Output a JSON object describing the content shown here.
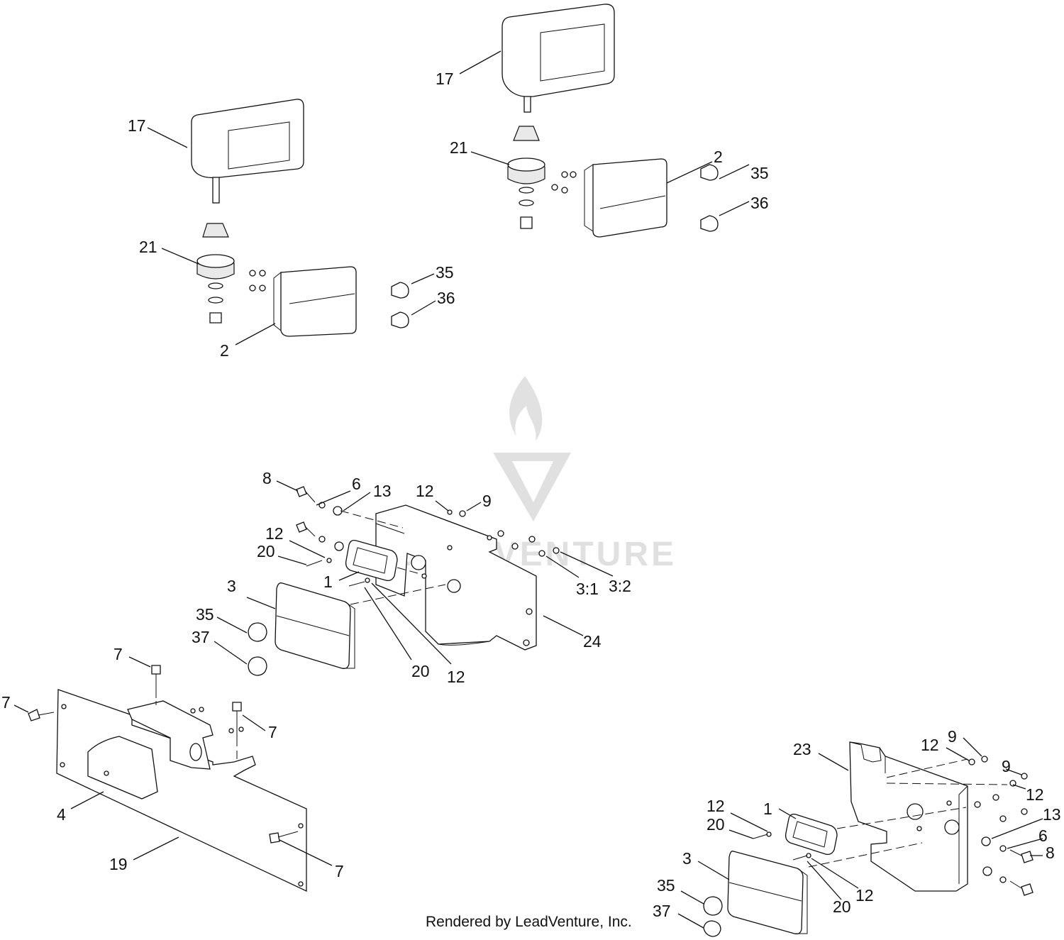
{
  "footer": {
    "text": "Rendered by LeadVenture, Inc."
  },
  "watermark": {
    "text": "LEADVENTURE",
    "color": "#c8c8c8"
  },
  "callouts": {
    "tl_17": "17",
    "tl_21": "21",
    "tl_2": "2",
    "tl_35": "35",
    "tl_36": "36",
    "tr_17": "17",
    "tr_21": "21",
    "tr_2": "2",
    "tr_35": "35",
    "tr_36": "36",
    "c_8": "8",
    "c_6": "6",
    "c_13": "13",
    "c_12a": "12",
    "c_9": "9",
    "c_12b": "12",
    "c_20a": "20",
    "c_1": "1",
    "c_3": "3",
    "c_3_1": "3:1",
    "c_3_2": "3:2",
    "c_35": "35",
    "c_37": "37",
    "c_24": "24",
    "c_20b": "20",
    "c_12c": "12",
    "bl_7a": "7",
    "bl_7b": "7",
    "bl_7c": "7",
    "bl_7d": "7",
    "bl_4": "4",
    "bl_19": "19",
    "br_23": "23",
    "br_12a": "12",
    "br_9a": "9",
    "br_9b": "9",
    "br_12b": "12",
    "br_12c": "12",
    "br_1": "1",
    "br_13": "13",
    "br_20a": "20",
    "br_6": "6",
    "br_8": "8",
    "br_3": "3",
    "br_20b": "20",
    "br_12d": "12",
    "br_35": "35",
    "br_37": "37"
  }
}
